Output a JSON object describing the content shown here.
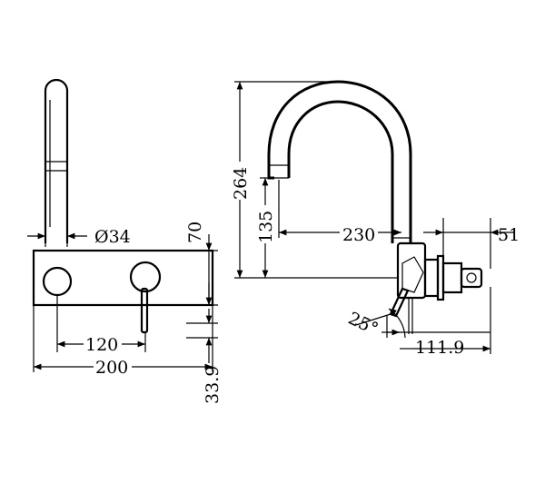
{
  "front_view": {
    "spout_diameter": "Ø34",
    "plate_height": "70",
    "spout_to_handle": "120",
    "plate_width": "200",
    "plate_projection": "33.9"
  },
  "side_view": {
    "overall_height": "264",
    "outlet_height": "135",
    "spout_reach": "230",
    "body_depth": "51",
    "handle_angle": "25°",
    "handle_projection": "111.9"
  },
  "colors": {
    "line": "#000000",
    "background": "#ffffff"
  }
}
